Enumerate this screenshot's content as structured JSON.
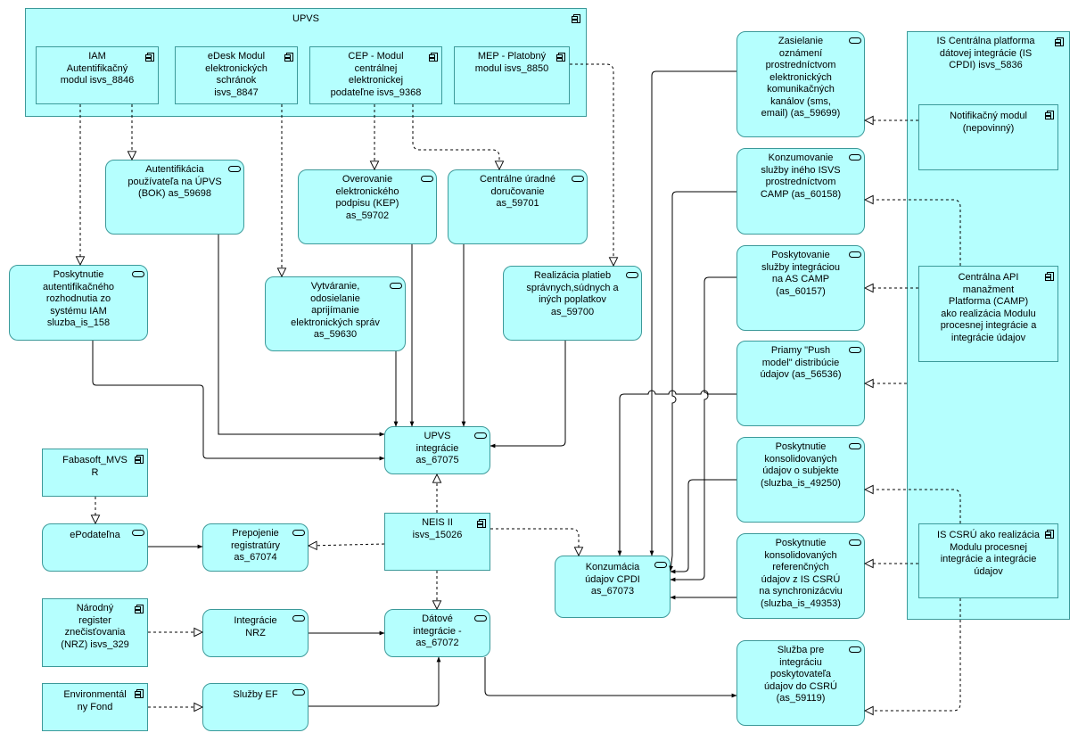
{
  "groups": {
    "upvs": {
      "label": "UPVS"
    },
    "cpdi": {
      "label": "IS Centrálna platforma\ndátovej integrácie (IS\nCPDI) isvs_5836"
    }
  },
  "components": {
    "iam": "IAM\nAutentifikačný\nmodul isvs_8846",
    "edesk": "eDesk Modul\nelektronických\nschránok\nisvs_8847",
    "cep": "CEP  - Modul\ncentrálnej\nelektronickej\npodateľne isvs_9368",
    "mep": "MEP - Platobný\nmodul isvs_8850",
    "notif": "Notifikačný modul\n(nepovinný)",
    "camp": "Centrálna API\nmanažment\nPlatforma  (CAMP)\nako realizácia Modulu\nprocesnej integrácie a\nintegrácie údajov",
    "csru": "IS CSRÚ ako realizácia\nModulu procesnej\nintegrácie a integrácie\núdajov",
    "fabasoft": "Fabasoft_MVS\nR",
    "neis": "NEIS II\nisvs_15026",
    "nrz": "Národný\nregister\nznečisťovania\n(NRZ) isvs_329",
    "envfond": "Environmentál\nny Fond"
  },
  "services": {
    "auth_bok": "Autentifikácia\npoužívateľa na ÚPVS\n(BOK) as_59698",
    "kep": "Overovanie\nelektronického\npodpisu (KEP)\nas_59702",
    "dorucovanie": "Centrálne úradné\ndoručovanie\nas_59701",
    "auth_iam": "Poskytnutie\nautentifikačného\nrozhodnutia zo\nsystému IAM\nsluzba_is_158",
    "spravy": "Vytváranie,\nodosielanie\naprijímanie\nelektronických správ\nas_59630",
    "platby": "Realizácia platieb\nsprávnych,súdnych a\niných poplatkov\nas_59700",
    "upvs_int": "UPVS\nintegrácie\nas_67075",
    "epodatelna": "ePodateľna",
    "registratury": "Prepojenie\nregistratúry\nas_67074",
    "int_nrz": "Integrácie\nNRZ",
    "datove": "Dátové\nintegrácie -\nas_67072",
    "sluzby_ef": "Služby EF",
    "cpdi_konz": "Konzumácia\núdajov CPDI\nas_67073",
    "zasielanie": "Zasielanie\noznámení\nprostredníctvom\nelektronických\nkomunikačných\nkanálov (sms,\nemail) (as_59699)",
    "camp_konz": "Konzumovanie\nslužby iného ISVS\nprostredníctvom\nCAMP (as_60158)",
    "camp_posk": "Poskytovanie\nslužby integráciou\nna AS CAMP\n(as_60157)",
    "push": "Priamy \"Push\nmodel\" distribúcie\núdajov   (as_56536)",
    "subjekt": "Poskytnutie\nkonsolidovaných\núdajov o subjekte\n(sluzba_is_49250)",
    "referencne": "Poskytnutie\nkonsolidovaných\nreferenčných\núdajov z IS CSRÚ\nna synchronizácviu\n(sluzba_is_49353)",
    "csru_posk": "Služba pre\nintegráciu\nposkytovateľa\núdajov do CSRÚ\n(as_59119)"
  }
}
